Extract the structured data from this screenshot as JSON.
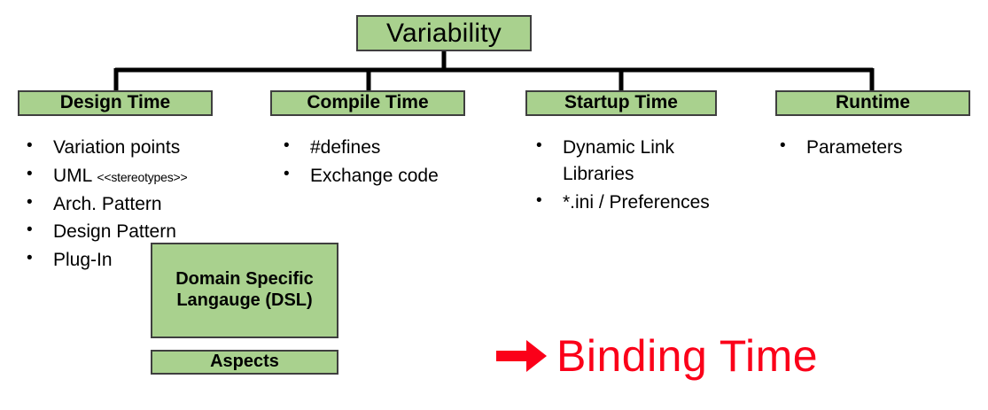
{
  "diagram": {
    "root": {
      "label": "Variability"
    },
    "colors": {
      "box_fill": "#a9d18e",
      "box_border": "#3f3f3f",
      "connector": "#000000",
      "caption_red": "#fb0019",
      "text": "#000000"
    },
    "columns": [
      {
        "id": "design-time",
        "title": "Design Time",
        "items": [
          {
            "text": "Variation points"
          },
          {
            "text": "UML ",
            "suffix": "<<stereotypes>>"
          },
          {
            "text": "Arch. Pattern"
          },
          {
            "text": "Design Pattern"
          },
          {
            "text": "Plug-In"
          }
        ]
      },
      {
        "id": "compile-time",
        "title": "Compile Time",
        "items": [
          {
            "text": "#defines"
          },
          {
            "text": "Exchange code"
          }
        ]
      },
      {
        "id": "startup-time",
        "title": "Startup Time",
        "items": [
          {
            "text": "Dynamic Link Libraries"
          },
          {
            "text": "*.ini / Preferences"
          }
        ]
      },
      {
        "id": "runtime",
        "title": "Runtime",
        "items": [
          {
            "text": "Parameters"
          }
        ]
      }
    ],
    "aux_boxes": [
      {
        "id": "dsl",
        "label": "Domain Specific Langauge (DSL)"
      },
      {
        "id": "aspects",
        "label": "Aspects"
      }
    ],
    "caption": {
      "arrow_icon": "right-arrow-icon",
      "label": "Binding Time"
    }
  }
}
